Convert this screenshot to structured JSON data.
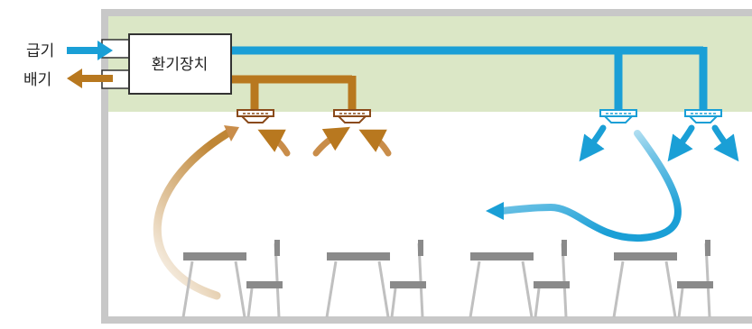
{
  "labels": {
    "supply": "급기",
    "exhaust": "배기",
    "unit": "환기장치"
  },
  "colors": {
    "frame": "#c8c8c8",
    "ceiling_space": "#dbe7c6",
    "supply": "#1a9fd6",
    "exhaust": "#b8781f",
    "unit_border": "#333333",
    "furniture": "#8a8a8a",
    "furniture_legs": "#c0c0c0"
  },
  "icons": {
    "supply_arrow": "arrow-right-icon",
    "exhaust_arrow": "arrow-left-icon",
    "exhaust_diffuser": "ceiling-diffuser-icon",
    "supply_diffuser": "ceiling-diffuser-icon"
  },
  "counts": {
    "exhaust_diffusers": 2,
    "supply_diffusers": 2,
    "table_sets": 4
  }
}
